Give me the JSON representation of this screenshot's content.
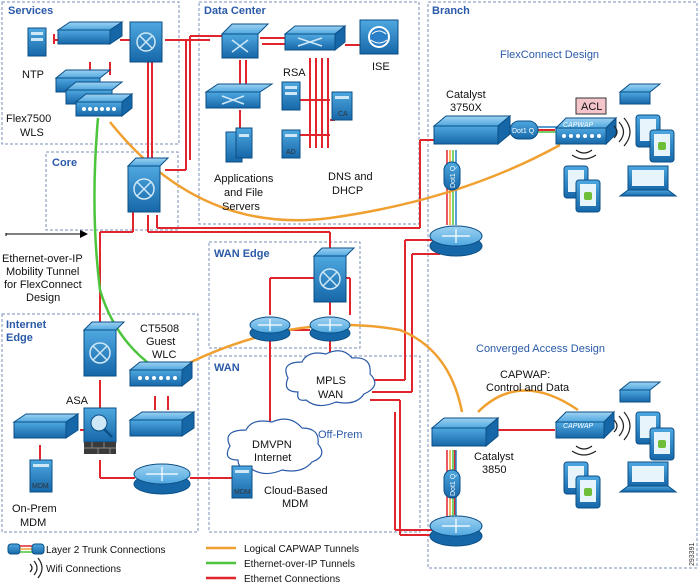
{
  "zones": {
    "services": "Services",
    "data_center": "Data Center",
    "branch": "Branch",
    "core": "Core",
    "wan_edge": "WAN Edge",
    "internet_edge_1": "Internet",
    "internet_edge_2": "Edge",
    "wan": "WAN"
  },
  "labels": {
    "ntp": "NTP",
    "flex7500_1": "Flex7500",
    "flex7500_2": "WLS",
    "rsa": "RSA",
    "ise": "ISE",
    "ca": "CA",
    "ad": "AD",
    "apps_1": "Applications",
    "apps_2": "and File",
    "apps_3": "Servers",
    "dns_1": "DNS and",
    "dns_2": "DHCP",
    "flexconnect_design": "FlexConnect Design",
    "catalyst3750_1": "Catalyst",
    "catalyst3750_2": "3750X",
    "acl": "ACL",
    "dot1q": "Dot1 Q",
    "capwap": "CAPWAP",
    "mobility_1": "Ethernet-over-IP",
    "mobility_2": "Mobility Tunnel",
    "mobility_3": "for FlexConnect",
    "mobility_4": "Design",
    "ct5508_1": "CT5508",
    "ct5508_2": "Guest",
    "ct5508_3": "WLC",
    "asa": "ASA",
    "mdm": "MDM",
    "onprem_1": "On-Prem",
    "onprem_2": "MDM",
    "mpls_1": "MPLS",
    "mpls_2": "WAN",
    "offprem": "Off-Prem",
    "dmvpn_1": "DMVPN",
    "dmvpn_2": "Internet",
    "cloud_mdm_1": "Cloud-Based",
    "cloud_mdm_2": "MDM",
    "converged_design": "Converged Access Design",
    "capwap_ctrl_1": "CAPWAP:",
    "capwap_ctrl_2": "Control and Data",
    "catalyst3850_1": "Catalyst",
    "catalyst3850_2": "3850",
    "figure_id": "293391"
  },
  "legend": {
    "trunk": "Layer 2 Trunk Connections",
    "wifi": "Wifi Connections",
    "capwap": "Logical CAPWAP Tunnels",
    "eoip": "Ethernet-over-IP Tunnels",
    "ethernet": "Ethernet Connections"
  },
  "colors": {
    "zone_border": "#7a8fb8",
    "zone_title": "#2a5aa8",
    "ethernet": "#e0262c",
    "capwap": "#f0a030",
    "eoip": "#4cc43c",
    "device": "#1f7fc4"
  }
}
